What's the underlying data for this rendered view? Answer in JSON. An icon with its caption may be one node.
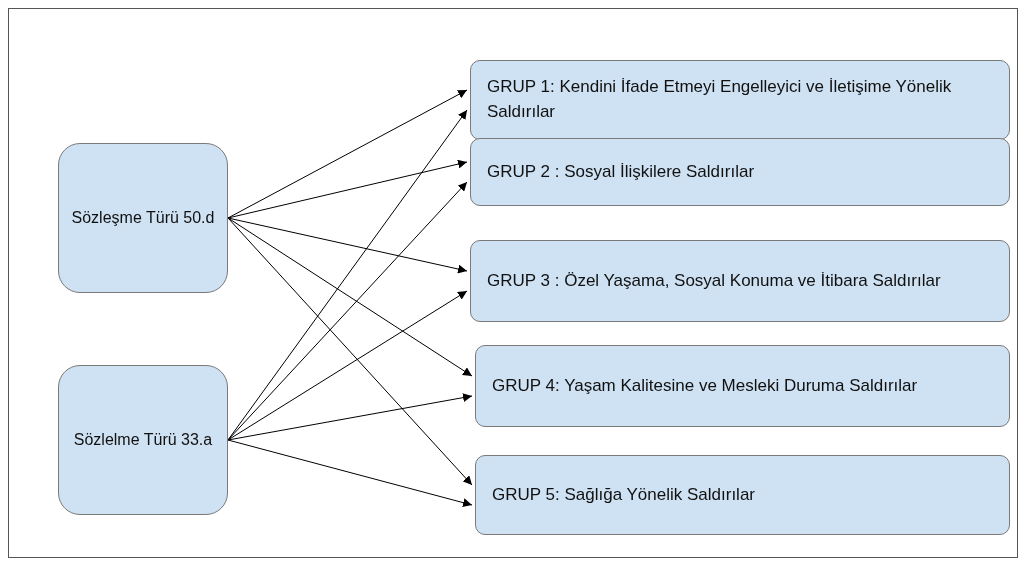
{
  "diagram": {
    "nodes": [
      {
        "text": [
          "Sözleşme Türü 50.d"
        ]
      },
      {
        "text": [
          "Sözlelme Türü 33.a"
        ]
      },
      {
        "text": [
          "GRUP 1: Kendini İfade Etmeyi Engelleyici ve İletişime Yönelik Saldırılar"
        ]
      },
      {
        "text": [
          "GRUP 2 : Sosyal İlişkilere Saldırılar"
        ]
      },
      {
        "text": [
          "GRUP 3 : Özel Yaşama, Sosyal Konuma ve İtibara Saldırılar"
        ]
      },
      {
        "text": [
          "GRUP 4: Yaşam Kalitesine ve Mesleki Duruma Saldırılar"
        ]
      },
      {
        "text": [
          "GRUP 5: Sağlığa Yönelik Saldırılar"
        ]
      }
    ],
    "edges": [
      {
        "from": 0,
        "to": 2,
        "arrow": "to"
      },
      {
        "from": 0,
        "to": 3,
        "arrow": "to"
      },
      {
        "from": 0,
        "to": 4,
        "arrow": "to"
      },
      {
        "from": 0,
        "to": 5,
        "arrow": "to"
      },
      {
        "from": 0,
        "to": 6,
        "arrow": "to"
      },
      {
        "from": 1,
        "to": 2,
        "arrow": "to"
      },
      {
        "from": 1,
        "to": 3,
        "arrow": "to"
      },
      {
        "from": 1,
        "to": 4,
        "arrow": "to"
      },
      {
        "from": 1,
        "to": 5,
        "arrow": "to"
      },
      {
        "from": 1,
        "to": 6,
        "arrow": "to"
      }
    ]
  }
}
